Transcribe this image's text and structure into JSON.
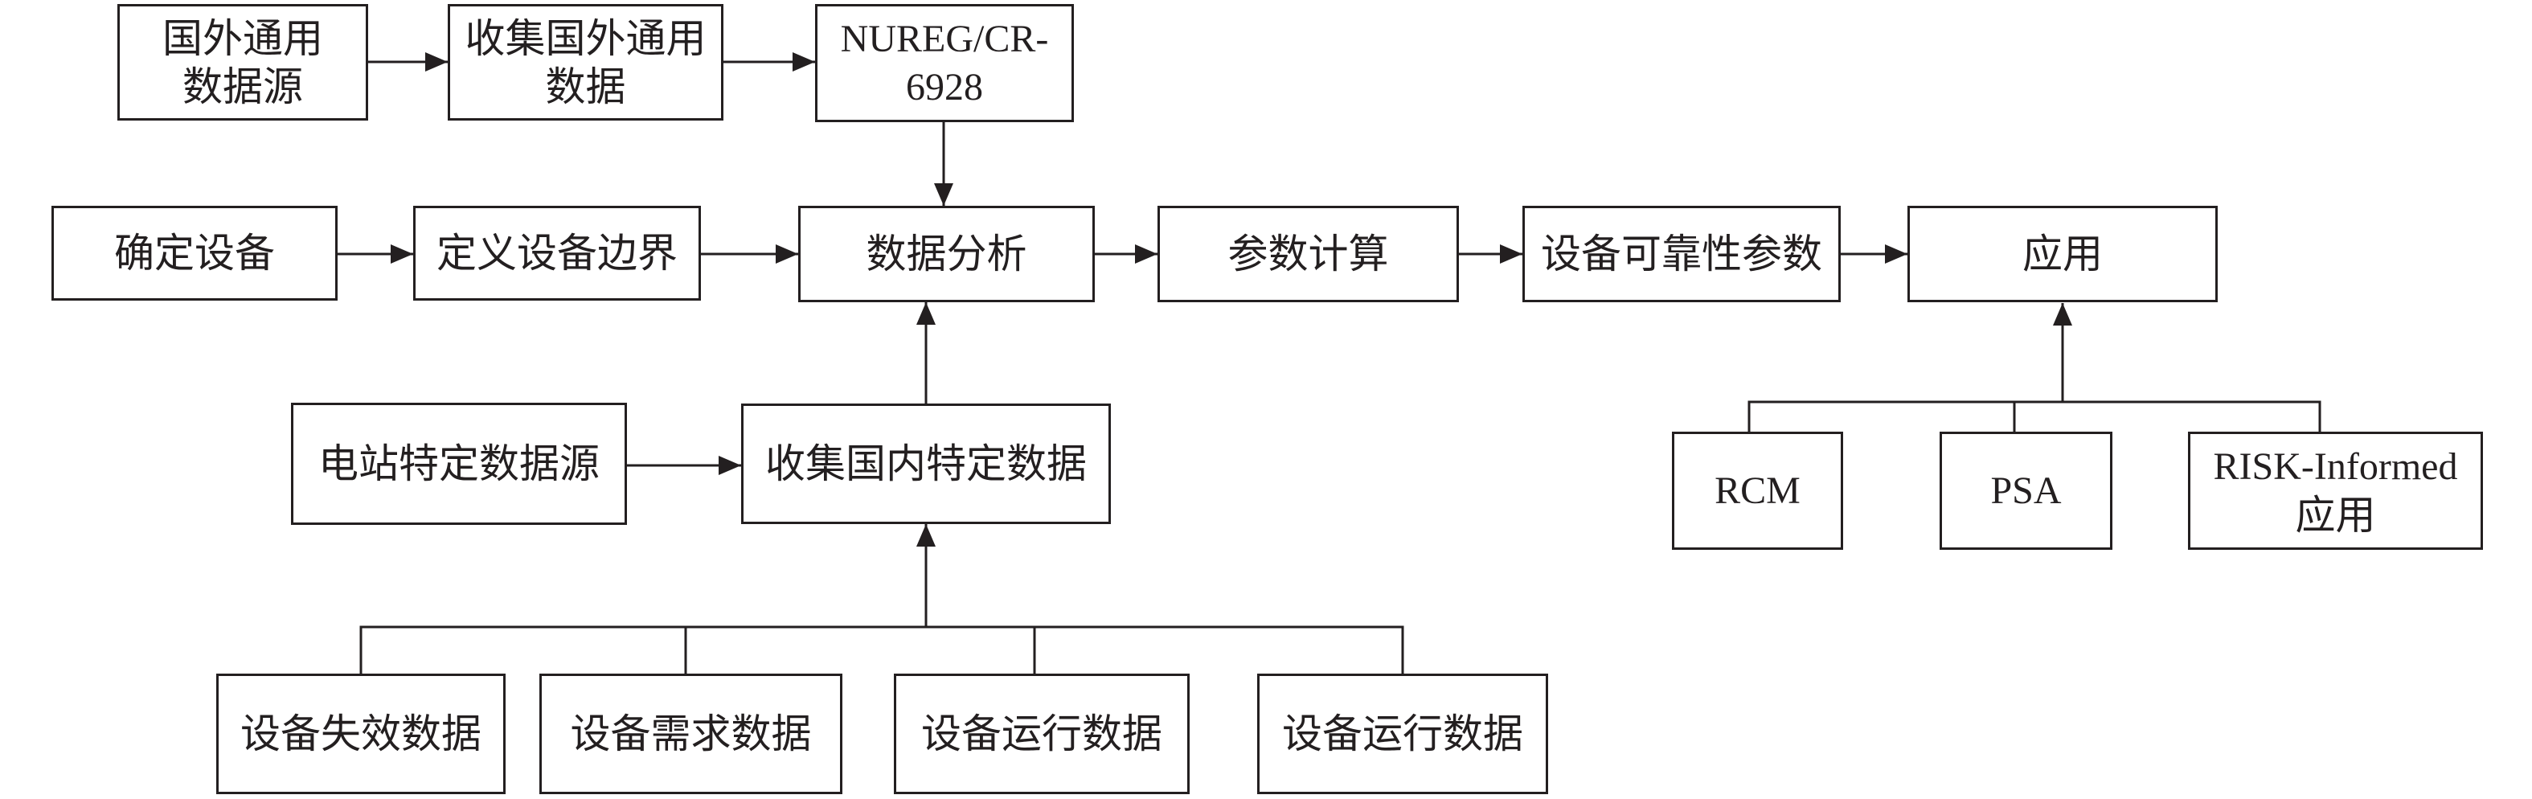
{
  "diagram": {
    "nodes": {
      "foreign_source": [
        "国外通用",
        "数据源"
      ],
      "collect_foreign": [
        "收集国外通用",
        "数据"
      ],
      "nureg": [
        "NUREG/CR-",
        "6928"
      ],
      "determine_equipment": [
        "确定设备"
      ],
      "define_boundary": [
        "定义设备边界"
      ],
      "data_analysis": [
        "数据分析"
      ],
      "parameter_calc": [
        "参数计算"
      ],
      "reliability_params": [
        "设备可靠性参数"
      ],
      "application": [
        "应用"
      ],
      "plant_source": [
        "电站特定数据源"
      ],
      "collect_domestic": [
        "收集国内特定数据"
      ],
      "failure_data": [
        "设备失效数据"
      ],
      "demand_data": [
        "设备需求数据"
      ],
      "operation_data_1": [
        "设备运行数据"
      ],
      "operation_data_2": [
        "设备运行数据"
      ],
      "rcm": [
        "RCM"
      ],
      "psa": [
        "PSA"
      ],
      "risk_informed": [
        "RISK-Informed",
        "应用"
      ]
    },
    "edges": [
      [
        "foreign_source",
        "collect_foreign"
      ],
      [
        "collect_foreign",
        "nureg"
      ],
      [
        "nureg",
        "data_analysis"
      ],
      [
        "determine_equipment",
        "define_boundary"
      ],
      [
        "define_boundary",
        "data_analysis"
      ],
      [
        "data_analysis",
        "parameter_calc"
      ],
      [
        "parameter_calc",
        "reliability_params"
      ],
      [
        "reliability_params",
        "application"
      ],
      [
        "plant_source",
        "collect_domestic"
      ],
      [
        "collect_domestic",
        "data_analysis"
      ],
      [
        "failure_data",
        "collect_domestic"
      ],
      [
        "demand_data",
        "collect_domestic"
      ],
      [
        "operation_data_1",
        "collect_domestic"
      ],
      [
        "operation_data_2",
        "collect_domestic"
      ],
      [
        "rcm",
        "application"
      ],
      [
        "psa",
        "application"
      ],
      [
        "risk_informed",
        "application"
      ]
    ]
  }
}
